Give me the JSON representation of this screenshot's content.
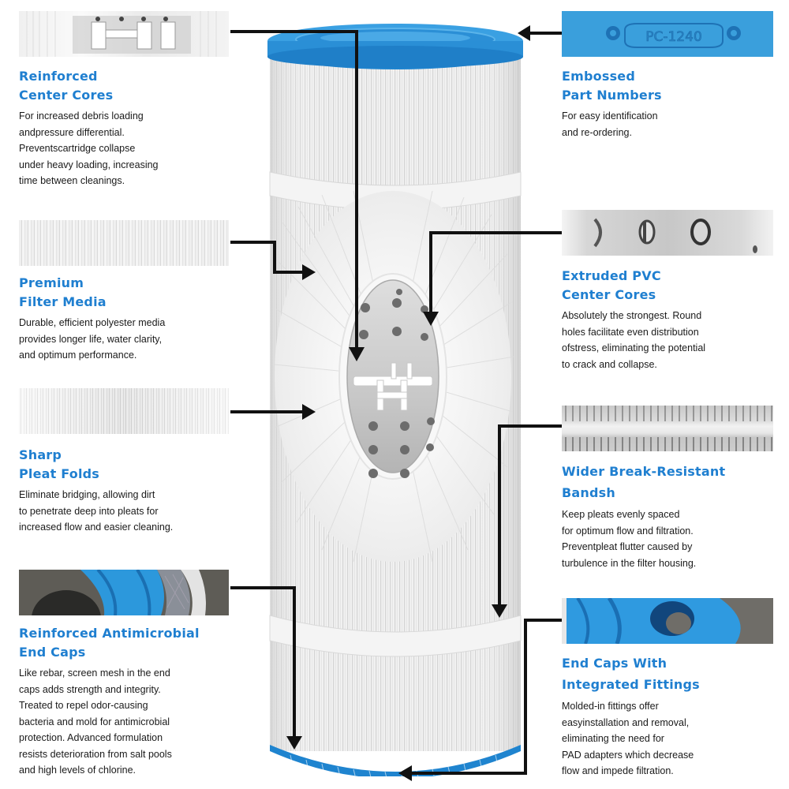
{
  "embossed_label": "PC-1240",
  "colors": {
    "heading_blue": "#1f7fd0",
    "cap_blue": "#2a8fd6",
    "body_text": "#1a1a1a",
    "callout_line": "#111111"
  },
  "features": [
    {
      "id": "reinforced-center-cores",
      "side": "left",
      "title_lines": [
        "Reinforced",
        "Center Cores"
      ],
      "body_lines": [
        "For increased debris loading",
        "andpressure differential.",
        "Preventscartridge collapse",
        "under heavy loading, increasing",
        "time between cleanings."
      ]
    },
    {
      "id": "premium-filter-media",
      "side": "left",
      "title_lines": [
        "Premium",
        "Filter Media"
      ],
      "body_lines": [
        "Durable, efficient polyester media",
        "provides longer life, water clarity,",
        "and optimum performance."
      ]
    },
    {
      "id": "sharp-pleat-folds",
      "side": "left",
      "title_lines": [
        "Sharp",
        "Pleat Folds"
      ],
      "body_lines": [
        "Eliminate bridging, allowing dirt",
        "to penetrate deep into pleats for",
        "increased flow and easier cleaning."
      ]
    },
    {
      "id": "reinforced-antimicrobial-end-caps",
      "side": "left",
      "title_lines": [
        "Reinforced Antimicrobial",
        "End Caps"
      ],
      "body_lines": [
        "Like rebar, screen mesh in the end",
        "caps adds strength and integrity.",
        "Treated to repel odor-causing",
        "bacteria and mold for antimicrobial",
        "protection. Advanced formulation",
        "resists deterioration from salt pools",
        "and high levels of chlorine."
      ]
    },
    {
      "id": "embossed-part-numbers",
      "side": "right",
      "title_lines": [
        "Embossed",
        "Part Numbers"
      ],
      "body_lines": [
        "For easy identification",
        "and re-ordering."
      ]
    },
    {
      "id": "extruded-pvc-center-cores",
      "side": "right",
      "title_lines": [
        "Extruded PVC",
        "Center Cores"
      ],
      "body_lines": [
        "Absolutely the strongest. Round",
        "holes facilitate even distribution",
        "ofstress, eliminating the potential",
        "to crack and collapse."
      ]
    },
    {
      "id": "wider-break-resistant-bands",
      "side": "right",
      "title_lines": [
        "Wider Break-Resistant",
        "Bandsh"
      ],
      "body_lines": [
        "Keep pleats evenly spaced",
        "for optimum flow and filtration.",
        "Preventpleat flutter caused by",
        "turbulence in the filter housing."
      ]
    },
    {
      "id": "end-caps-with-integrated-fittings",
      "side": "right",
      "title_lines": [
        "End Caps With",
        "Integrated Fittings"
      ],
      "body_lines": [
        "Molded-in fittings offer",
        "easyinstallation and removal,",
        "eliminating the need for",
        "PAD adapters which decrease",
        "flow and impede filtration."
      ]
    }
  ]
}
